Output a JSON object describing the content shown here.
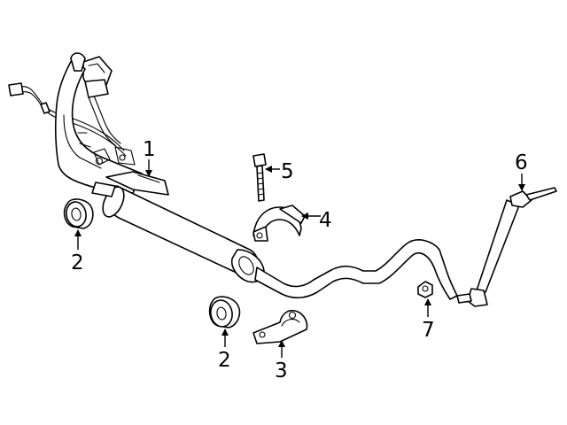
{
  "callouts": {
    "stabilizer_bar": "1",
    "bushing_left": "2",
    "bushing_right": "2",
    "lower_bracket": "3",
    "upper_bracket": "4",
    "bolt": "5",
    "link": "6",
    "nut": "7"
  }
}
